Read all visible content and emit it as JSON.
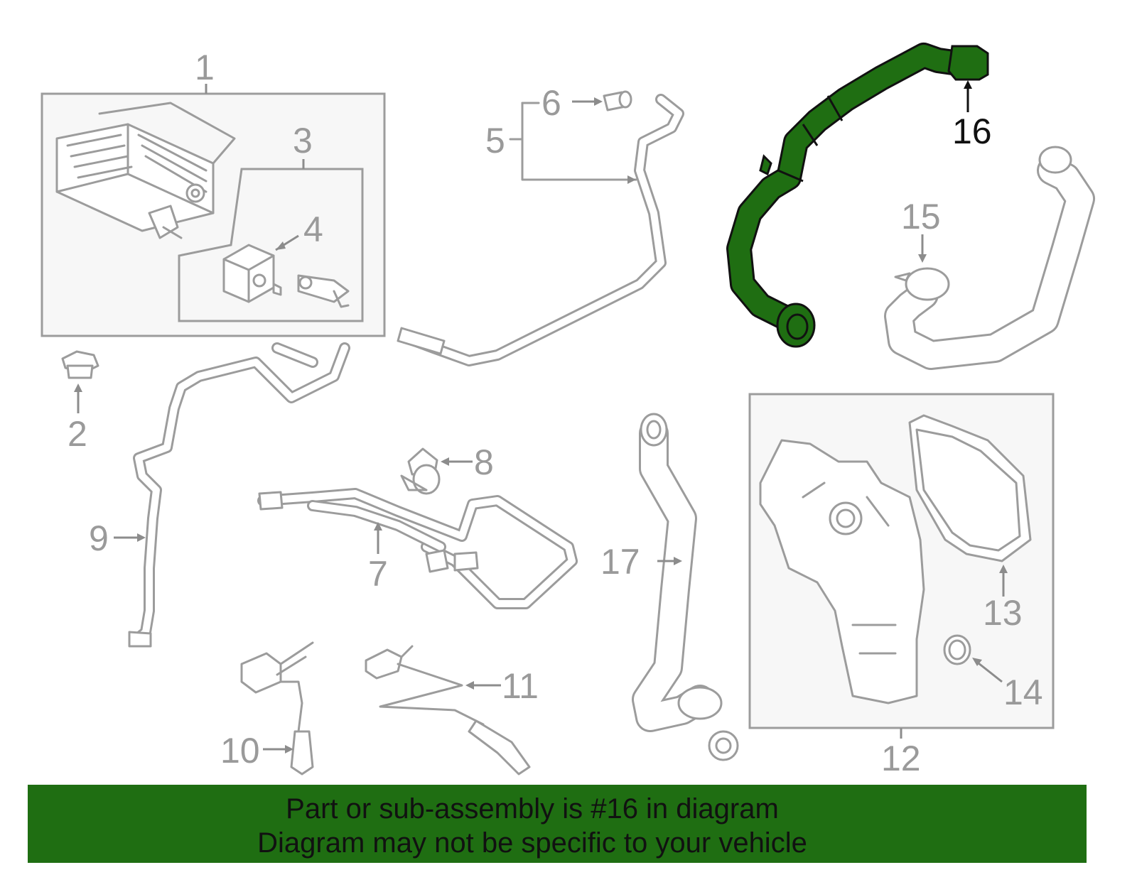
{
  "diagram": {
    "highlight_color": "#1f6e12",
    "callouts": [
      {
        "id": "1",
        "text": "1"
      },
      {
        "id": "2",
        "text": "2"
      },
      {
        "id": "3",
        "text": "3"
      },
      {
        "id": "4",
        "text": "4"
      },
      {
        "id": "5",
        "text": "5"
      },
      {
        "id": "6",
        "text": "6"
      },
      {
        "id": "7",
        "text": "7"
      },
      {
        "id": "8",
        "text": "8"
      },
      {
        "id": "9",
        "text": "9"
      },
      {
        "id": "10",
        "text": "10"
      },
      {
        "id": "11",
        "text": "11"
      },
      {
        "id": "12",
        "text": "12"
      },
      {
        "id": "13",
        "text": "13"
      },
      {
        "id": "14",
        "text": "14"
      },
      {
        "id": "15",
        "text": "15"
      },
      {
        "id": "16",
        "text": "16"
      },
      {
        "id": "17",
        "text": "17"
      }
    ],
    "highlighted_part": "16"
  },
  "banner": {
    "line1": "Part or sub-assembly is #16 in diagram",
    "line2": "Diagram may not be specific to your vehicle",
    "background": "#1f6e12"
  }
}
